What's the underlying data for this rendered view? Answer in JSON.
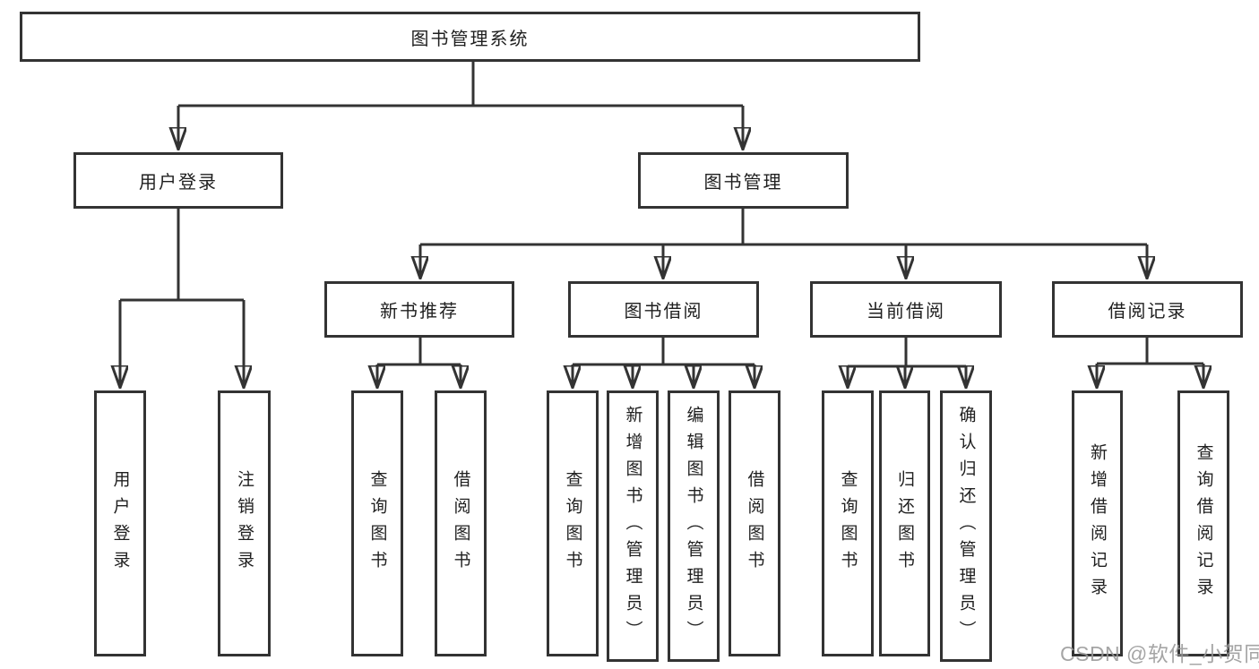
{
  "diagram": {
    "watermark": "CSDN @软件_小贺同学",
    "colors": {
      "line": "#333333",
      "text": "#1f1f1f",
      "background": "#ffffff",
      "watermark": "#989898"
    }
  },
  "tree": {
    "root": {
      "label": "图书管理系统"
    },
    "children": [
      {
        "label": "用户登录",
        "children": [
          {
            "label": "用户登录"
          },
          {
            "label": "注销登录"
          }
        ]
      },
      {
        "label": "图书管理",
        "children": [
          {
            "label": "新书推荐",
            "children": [
              {
                "label": "查询图书"
              },
              {
                "label": "借阅图书"
              }
            ]
          },
          {
            "label": "图书借阅",
            "children": [
              {
                "label": "查询图书"
              },
              {
                "label": "新增图书（管理员）"
              },
              {
                "label": "编辑图书（管理员）"
              },
              {
                "label": "借阅图书"
              }
            ]
          },
          {
            "label": "当前借阅",
            "children": [
              {
                "label": "查询图书"
              },
              {
                "label": "归还图书"
              },
              {
                "label": "确认归还（管理员）"
              }
            ]
          },
          {
            "label": "借阅记录",
            "children": [
              {
                "label": "新增借阅记录"
              },
              {
                "label": "查询借阅记录"
              }
            ]
          }
        ]
      }
    ]
  }
}
